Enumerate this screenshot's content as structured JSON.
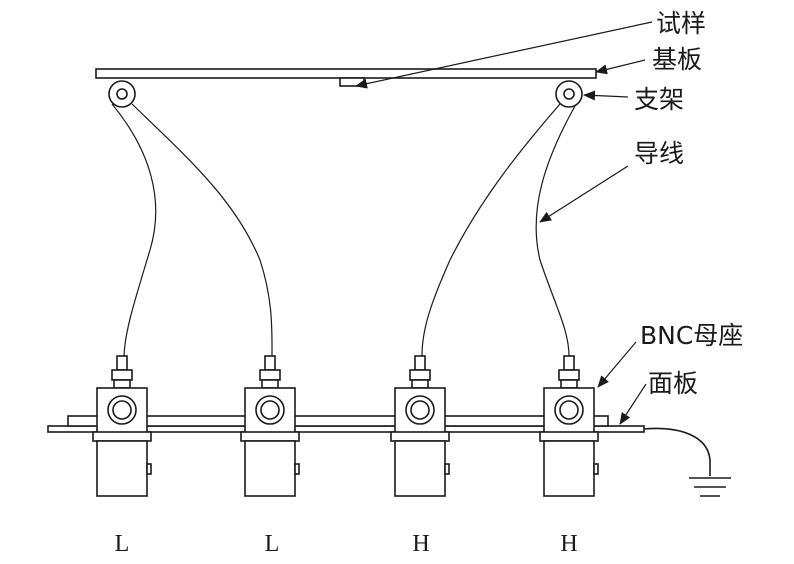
{
  "labels": {
    "specimen": "试样",
    "substrate": "基板",
    "support": "支架",
    "wire": "导线",
    "bnc_socket": "BNC母座",
    "panel": "面板"
  },
  "terminals": [
    {
      "label": "L"
    },
    {
      "label": "L"
    },
    {
      "label": "H"
    },
    {
      "label": "H"
    }
  ]
}
